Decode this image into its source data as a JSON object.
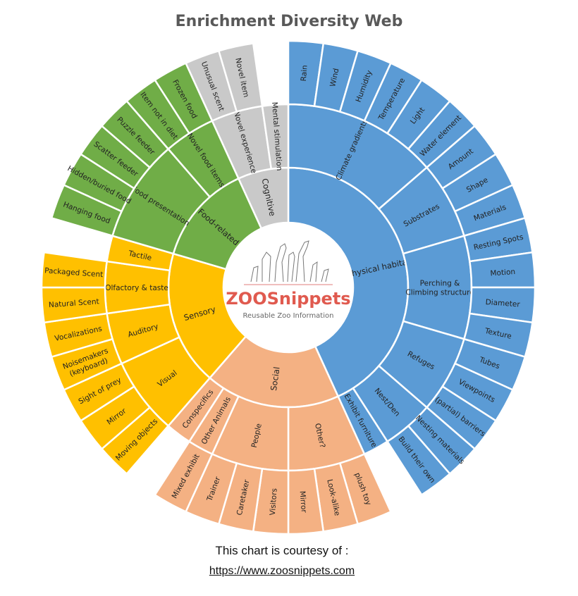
{
  "chart_data": {
    "type": "sunburst",
    "title": "Enrichment Diversity Web",
    "colors": {
      "Physical habitat": "#5b9bd5",
      "Social": "#f4b183",
      "Sensory": "#ffc000",
      "Food-related": "#70ad47",
      "Cognitive": "#c9c9c9"
    },
    "children": [
      {
        "name": "Physical habitat",
        "children": [
          {
            "name": "Climate gradients",
            "children": [
              {
                "name": "Rain"
              },
              {
                "name": "Wind"
              },
              {
                "name": "Humidity"
              },
              {
                "name": "Temperature"
              },
              {
                "name": "Light"
              },
              {
                "name": "Water element"
              }
            ]
          },
          {
            "name": "Substrates",
            "children": [
              {
                "name": "Amount"
              },
              {
                "name": "Shape"
              },
              {
                "name": "Materials"
              }
            ]
          },
          {
            "name": "Perching &\nClimbing structure",
            "children": [
              {
                "name": "Resting Spots"
              },
              {
                "name": "Motion"
              },
              {
                "name": "Diameter"
              },
              {
                "name": "Texture"
              }
            ]
          },
          {
            "name": "Refuges",
            "children": [
              {
                "name": "Tubes"
              },
              {
                "name": "Viewpoints"
              },
              {
                "name": "(partial) barriers"
              }
            ]
          },
          {
            "name": "Nest/Den",
            "children": [
              {
                "name": "Nesting materials"
              },
              {
                "name": "Build their own"
              }
            ]
          },
          {
            "name": "Exhibit furniture"
          }
        ]
      },
      {
        "name": "Social",
        "children": [
          {
            "name": "Other?",
            "children": [
              {
                "name": "plush toy"
              },
              {
                "name": "Look-alike"
              },
              {
                "name": "Mirror"
              }
            ]
          },
          {
            "name": "People",
            "children": [
              {
                "name": "Visitors"
              },
              {
                "name": "Caretaker"
              },
              {
                "name": "Trainer"
              }
            ]
          },
          {
            "name": "Other Animals",
            "children": [
              {
                "name": "Mixed exhibit"
              }
            ]
          },
          {
            "name": "Conspecifics"
          }
        ]
      },
      {
        "name": "Sensory",
        "children": [
          {
            "name": "Visual",
            "children": [
              {
                "name": "Moving objects"
              },
              {
                "name": "Mirror"
              },
              {
                "name": "Sight of prey"
              }
            ]
          },
          {
            "name": "Auditory",
            "children": [
              {
                "name": "Noisemakers\n(keyboard)"
              },
              {
                "name": "Vocalizations"
              }
            ]
          },
          {
            "name": "Olfactory & taste",
            "children": [
              {
                "name": "Natural Scent"
              },
              {
                "name": "Packaged Scent"
              }
            ]
          },
          {
            "name": "Tactile"
          }
        ]
      },
      {
        "name": "Food-related",
        "children": [
          {
            "name": "Food presentation",
            "children": [
              {
                "name": "Hanging food"
              },
              {
                "name": "Hidden/buried food"
              },
              {
                "name": "Scatter feeder"
              },
              {
                "name": "Puzzle feeder"
              }
            ]
          },
          {
            "name": "Novel food items",
            "children": [
              {
                "name": "Item not in diet"
              },
              {
                "name": "Frozen food"
              }
            ]
          }
        ]
      },
      {
        "name": "Cognitive",
        "children": [
          {
            "name": "Novel experience",
            "children": [
              {
                "name": "Unusual scent"
              },
              {
                "name": "Novel item"
              }
            ]
          },
          {
            "name": "Mental stimulation"
          }
        ]
      }
    ]
  },
  "logo": {
    "name": "ZOOSnippets",
    "tagline": "Reusable Zoo Information"
  },
  "footer": {
    "courtesy": "This chart is courtesy of :",
    "link": "https://www.zoosnippets.com"
  }
}
